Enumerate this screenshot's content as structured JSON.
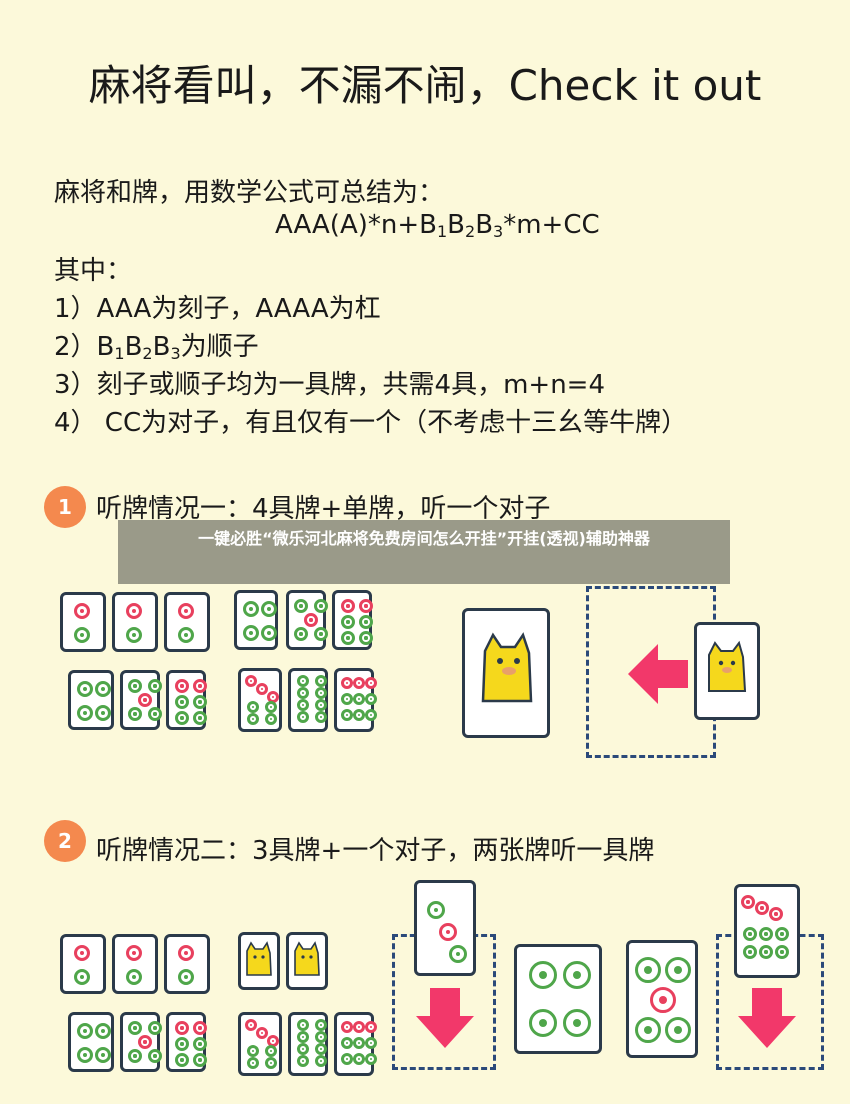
{
  "title": "麻将看叫，不漏不闹，Check it out",
  "intro": "麻将和牌，用数学公式可总结为：",
  "formula": {
    "part1": "AAA(A)*n+B",
    "sub1": "1",
    "b2": "B",
    "sub2": "2",
    "b3": "B",
    "sub3": "3",
    "part2": "*m+CC"
  },
  "where_label": "其中：",
  "items": [
    {
      "text": "1）AAA为刻子，AAAA为杠"
    },
    {
      "prefix": "2）B",
      "s1": "1",
      "b2": "B",
      "s2": "2",
      "b3": "B",
      "s3": "3",
      "suffix": "为顺子"
    },
    {
      "text": "3）刻子或顺子均为一具牌，共需4具，m+n=4"
    },
    {
      "text": "4） CC为对子，有且仅有一个（不考虑十三幺等牛牌）"
    }
  ],
  "cases": [
    {
      "number": "1",
      "title": "听牌情况一：4具牌+单牌，听一个对子"
    },
    {
      "number": "2",
      "title": "听牌情况二：3具牌+一个对子，两张牌听一具牌"
    }
  ],
  "banner": "一键必胜“微乐河北麻将免费房间怎么开挂”开挂(透视)辅助神器",
  "colors": {
    "background": "#fcf9da",
    "badge": "#f4894e",
    "arrow": "#f2386a",
    "tile_green": "#4fa64a",
    "tile_red": "#e8405e",
    "dashed_border": "#2b4a7a",
    "banner": "#8c8c7d"
  },
  "icons": {
    "mascot": "yellow-cat-mascot-icon",
    "arrow_left": "arrow-left-icon",
    "arrow_down": "arrow-down-icon"
  }
}
